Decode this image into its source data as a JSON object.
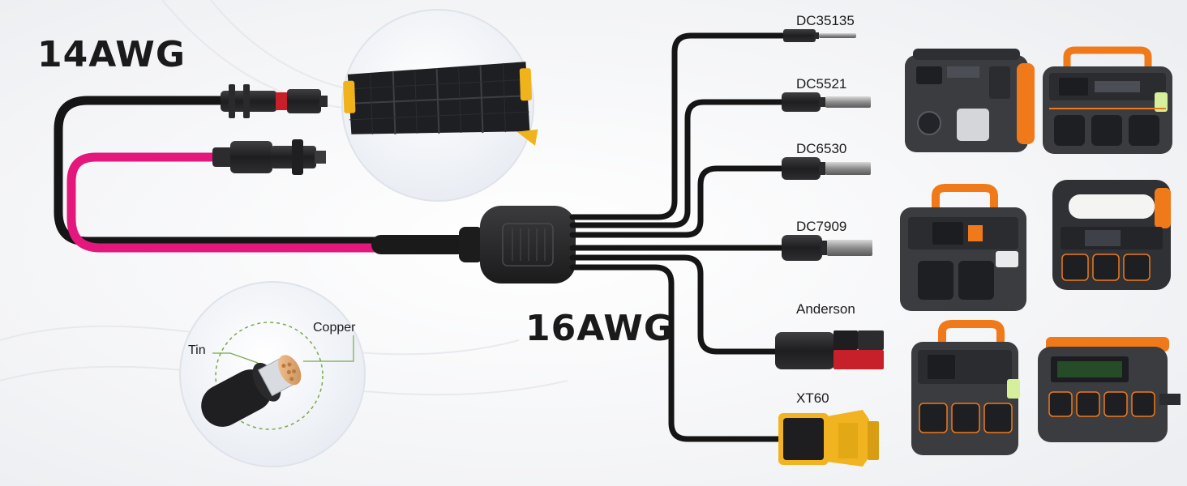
{
  "gauges": {
    "input": "14AWG",
    "output": "16AWG"
  },
  "outputs": [
    {
      "label": "DC35135",
      "type": "barrel-thin"
    },
    {
      "label": "DC5521",
      "type": "barrel"
    },
    {
      "label": "DC6530",
      "type": "barrel"
    },
    {
      "label": "DC7909",
      "type": "barrel"
    },
    {
      "label": "Anderson",
      "type": "anderson"
    },
    {
      "label": "XT60",
      "type": "xt60"
    }
  ],
  "wire_detail": {
    "inner": "Tin",
    "outer": "Copper"
  },
  "colors": {
    "positive_wire": "#e4177d",
    "negative_wire": "#151515",
    "station_body": "#3a3c40",
    "station_accent": "#f07a1a",
    "xt60": "#f2b320",
    "anderson_red": "#c8202a",
    "panel_frame": "#f0b31b",
    "detail_ring": "#7aa84a"
  }
}
